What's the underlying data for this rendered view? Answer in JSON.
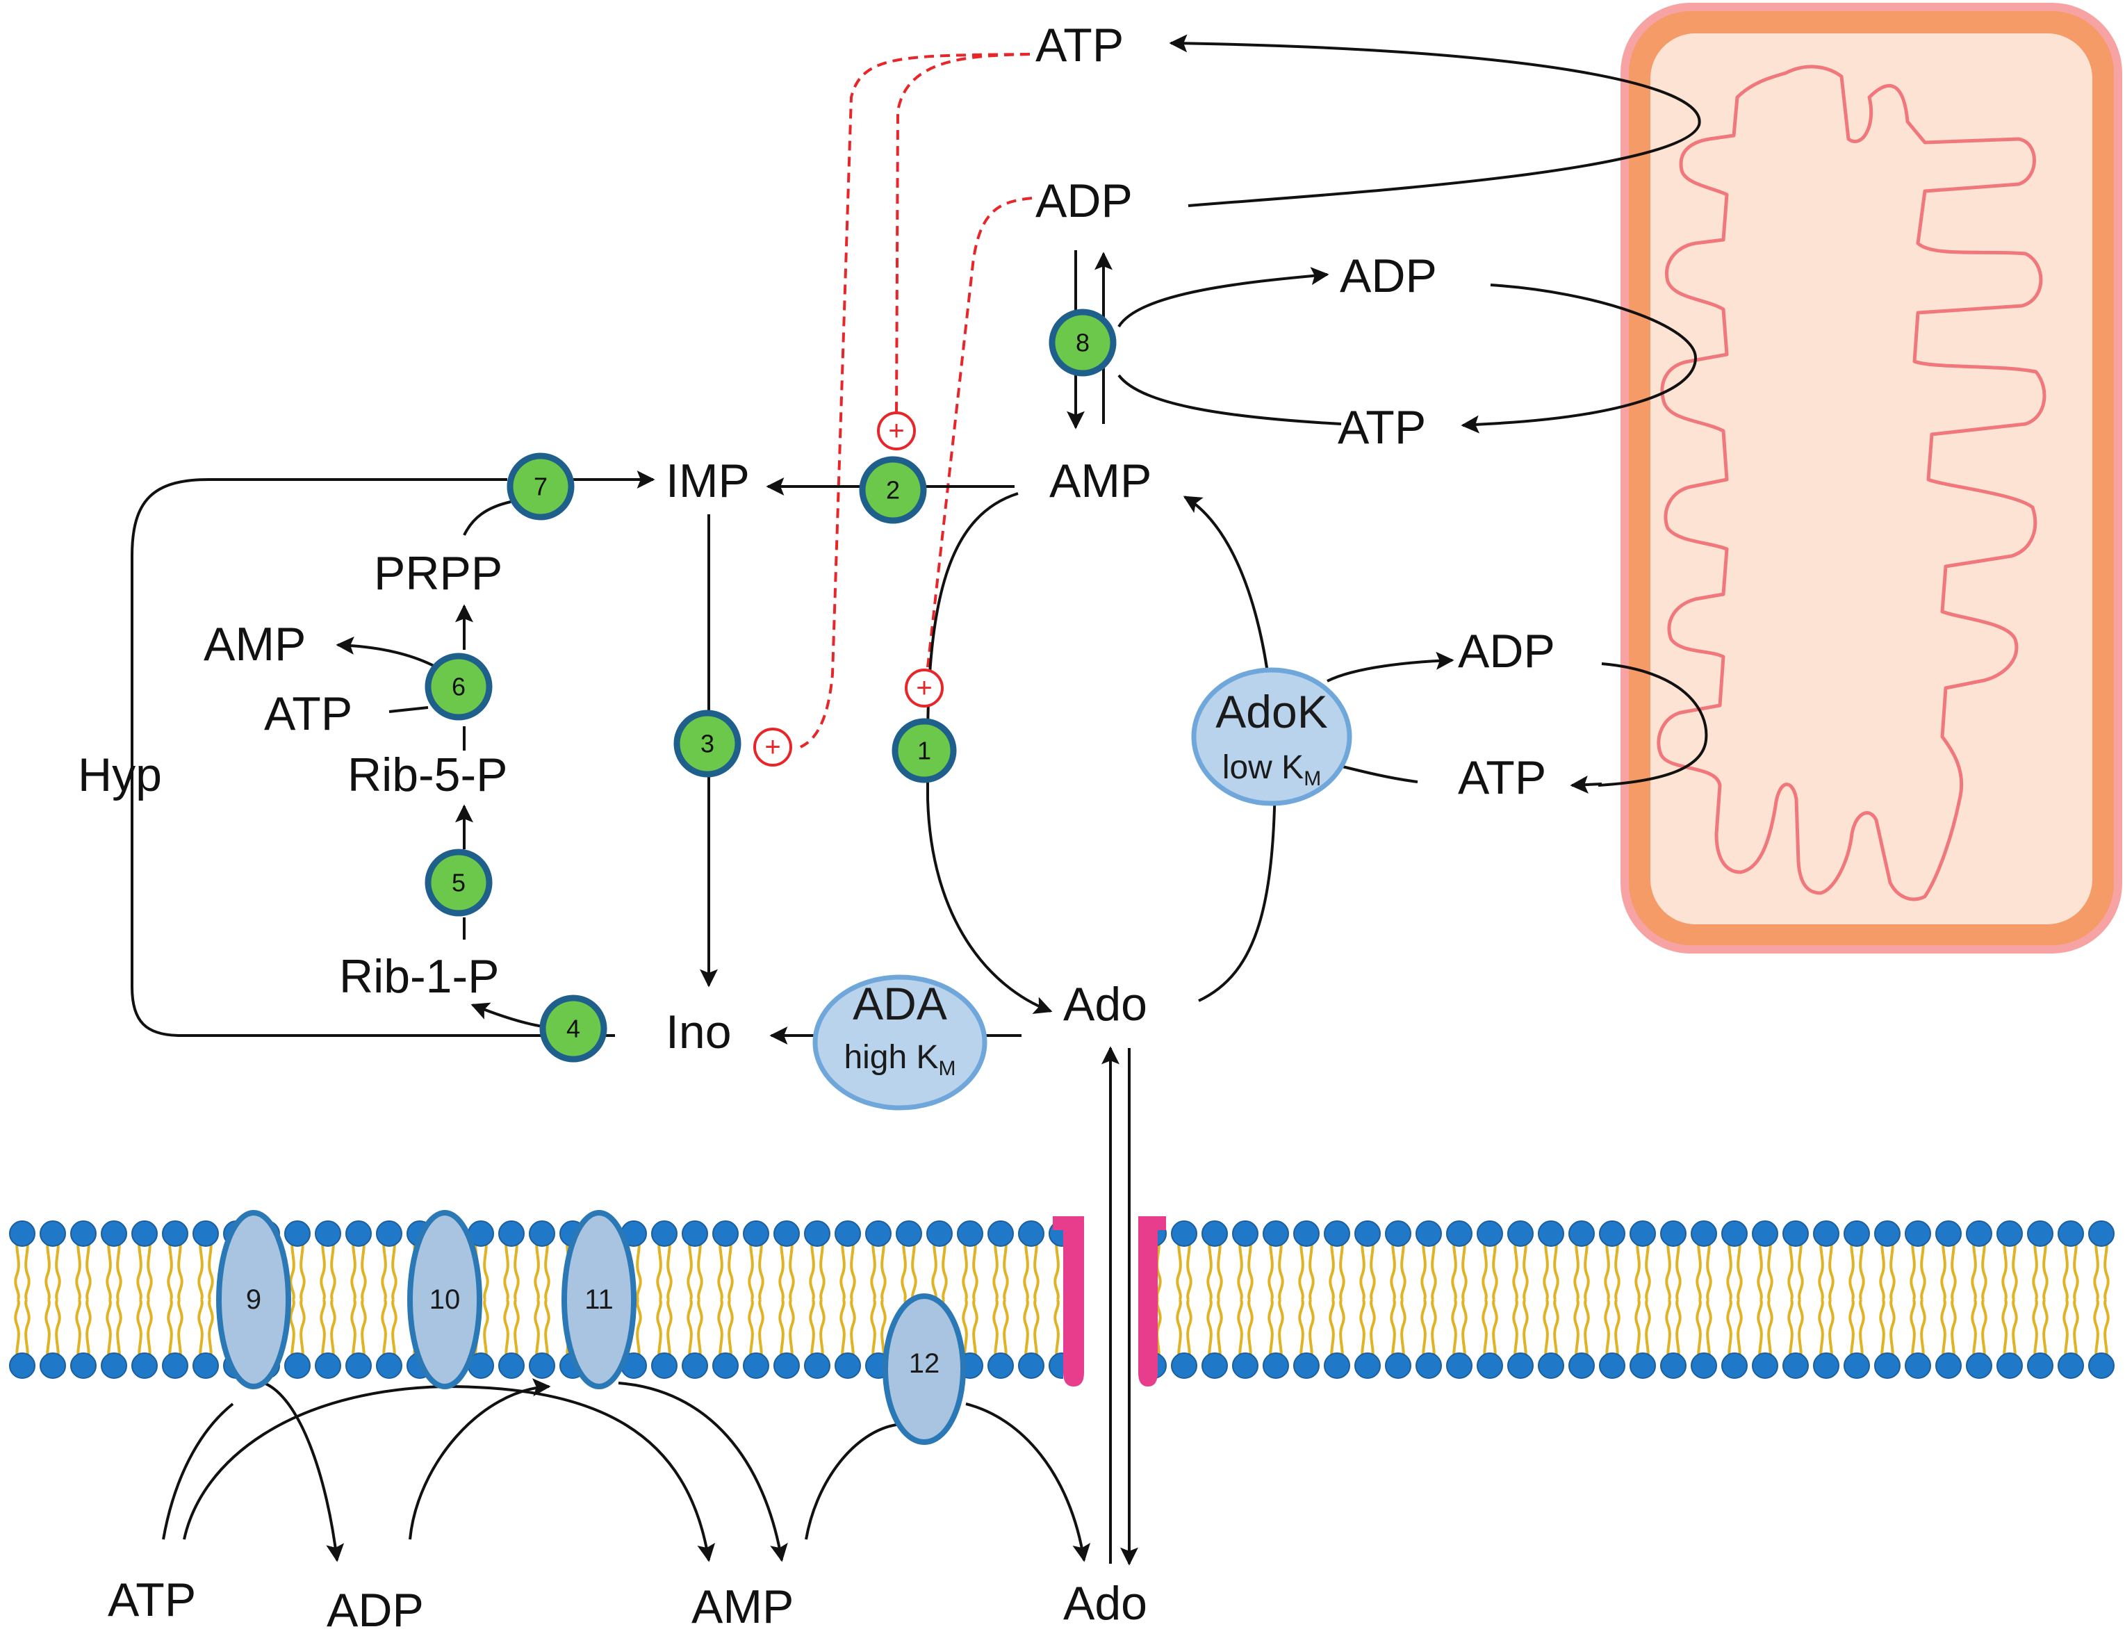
{
  "colors": {
    "enzyme_fill": "#6cc84a",
    "enzyme_ring": "#1f5f8c",
    "activation": "#e8262a",
    "oval_fill": "#b9d3ec",
    "oval_stroke": "#6fa7db",
    "transporter_fill": "#a9c4e0",
    "transporter_stroke": "#2b78b6",
    "mito_outer": "#f59b67",
    "mito_inner_fill": "#fde3d4",
    "mito_crista": "#f0787d",
    "membrane_head": "#1f78c8",
    "membrane_tail": "#e0b324",
    "channel": "#e83c8c"
  },
  "metabolites": {
    "atp_top": "ATP",
    "adp_top": "ADP",
    "adp_mid": "ADP",
    "atp_mid": "ATP",
    "amp_main": "AMP",
    "imp": "IMP",
    "prpp": "PRPP",
    "amp_left": "AMP",
    "atp_left": "ATP",
    "rib5p": "Rib-5-P",
    "hyp": "Hyp",
    "rib1p": "Rib-1-P",
    "ino": "Ino",
    "ado": "Ado",
    "adp_adok": "ADP",
    "atp_adok": "ATP",
    "ext_atp": "ATP",
    "ext_adp": "ADP",
    "ext_amp": "AMP",
    "ext_ado": "Ado"
  },
  "enzymes": [
    "1",
    "2",
    "3",
    "4",
    "5",
    "6",
    "7",
    "8"
  ],
  "activation_symbol": "+",
  "adok": {
    "title": "AdoK",
    "sub": "low K",
    "subscript": "M"
  },
  "ada": {
    "title": "ADA",
    "sub": "high K",
    "subscript": "M"
  },
  "transporters": [
    "9",
    "10",
    "11",
    "12"
  ],
  "icons": {
    "mitochondrion": "mitochondrion-icon",
    "membrane": "lipid-bilayer-icon",
    "channel": "nucleoside-channel-icon"
  }
}
